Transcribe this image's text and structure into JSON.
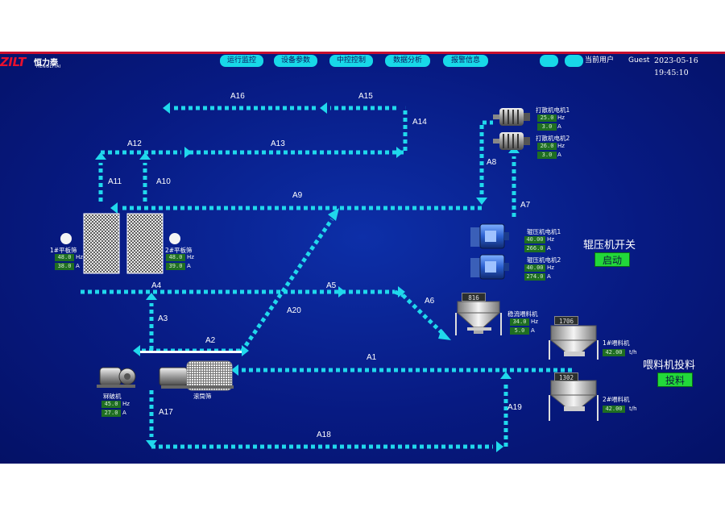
{
  "header": {
    "logo_mark": "ZILT",
    "logo_cn": "恒力泰",
    "logo_en": "HENGLITAI",
    "nav": [
      "运行监控",
      "设备参数",
      "中控控制",
      "数据分析",
      "报警信息"
    ],
    "current_user_label": "当前用户",
    "user": "Guest",
    "datetime": "2023-05-16 19:45:10"
  },
  "conveyors": [
    "A1",
    "A2",
    "A3",
    "A4",
    "A5",
    "A6",
    "A7",
    "A8",
    "A9",
    "A10",
    "A11",
    "A12",
    "A13",
    "A14",
    "A15",
    "A16",
    "A17",
    "A18",
    "A19",
    "A20"
  ],
  "devices": {
    "flat_screen_1": {
      "label": "1#平板筛",
      "hz": "48.0",
      "a": "38.0"
    },
    "flat_screen_2": {
      "label": "2#平板筛",
      "hz": "48.0",
      "a": "39.0"
    },
    "breaker": {
      "label": "冧破机",
      "hz": "45.0",
      "a": "27.0"
    },
    "drum_screen": {
      "label": "滚筒筛"
    },
    "beater_motor_1": {
      "label": "打散机电机1",
      "hz": "25.0",
      "a": "3.0"
    },
    "beater_motor_2": {
      "label": "打散机电机2",
      "hz": "26.0",
      "a": "3.0"
    },
    "roller_motor_1": {
      "label": "辊压机电机1",
      "hz": "40.00",
      "a": "266.0"
    },
    "roller_motor_2": {
      "label": "辊压机电机2",
      "hz": "40.00",
      "a": "274.0"
    },
    "steady_feeder": {
      "label": "稳流喂料机",
      "hz": "34.0",
      "a": "5.0",
      "top": "816"
    },
    "feeder_1": {
      "label": "1#喂料机",
      "tph": "42.00",
      "top": "1706"
    },
    "feeder_2": {
      "label": "2#喂料机",
      "tph": "42.00",
      "top": "1302"
    }
  },
  "units": {
    "hz": "Hz",
    "a": "A",
    "tph": "t/h"
  },
  "roller_switch": {
    "label": "辊压机开关",
    "button": "启动"
  },
  "feeder_feed": {
    "label": "喂料机投料",
    "button": "投料"
  },
  "colors": {
    "accent": "#18d8e8",
    "background": "#071a82",
    "value_bg": "#1f6e22",
    "button_green": "#22d83a",
    "logo_red": "#e8102e"
  }
}
